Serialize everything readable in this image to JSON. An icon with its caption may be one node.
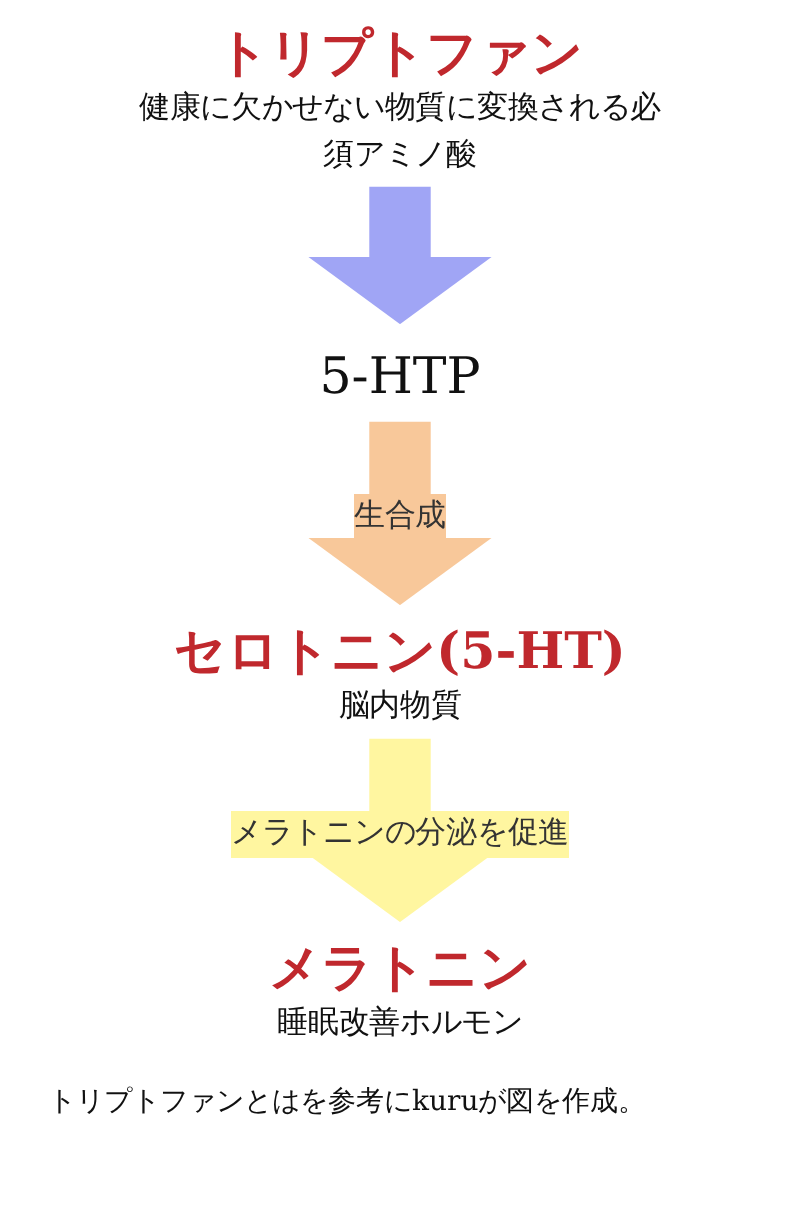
{
  "diagram": {
    "nodes": [
      {
        "text": [
          "トリプトファン",
          "健康に欠かせない物質に変換される必須アミノ酸"
        ]
      },
      {
        "text": [
          "5-HTP"
        ]
      },
      {
        "text": [
          "セロトニン(5-HT)",
          "脳内物質"
        ]
      },
      {
        "text": [
          "メラトニン",
          "睡眠改善ホルモン"
        ]
      }
    ],
    "edges": [
      {
        "from": 0,
        "to": 1,
        "arrow": "to",
        "color": "#a0a5f5"
      },
      {
        "from": 1,
        "to": 2,
        "arrow": "to",
        "label": "生合成",
        "color": "#f8c89a"
      },
      {
        "from": 2,
        "to": 3,
        "arrow": "to",
        "label": "メラトニンの分泌を促進",
        "color": "#fff6a0"
      }
    ],
    "caption": "トリプトファンとはを参考にkuruが図を作成。"
  }
}
